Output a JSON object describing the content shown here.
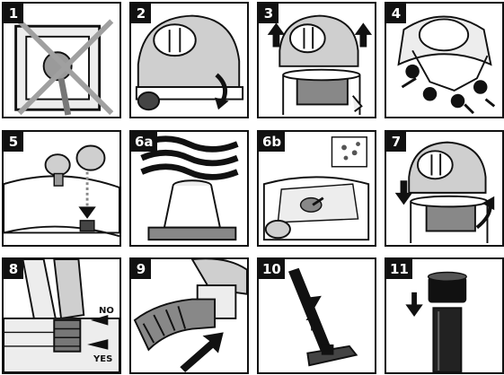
{
  "steps": [
    {
      "label": "1",
      "icon": "wall-outlet-crossed-icon"
    },
    {
      "label": "2",
      "icon": "vacuum-head-unlatch-icon"
    },
    {
      "label": "3",
      "icon": "vacuum-head-lift-icon"
    },
    {
      "label": "4",
      "icon": "filter-basket-removal-icon"
    },
    {
      "label": "5",
      "icon": "float-valve-cleaning-icon"
    },
    {
      "label": "6a",
      "icon": "cartridge-filter-wash-icon"
    },
    {
      "label": "6b",
      "icon": "dust-bag-insert-icon"
    },
    {
      "label": "7",
      "icon": "vacuum-head-lock-icon"
    },
    {
      "label": "8",
      "icon": "hose-coupling-icon"
    },
    {
      "label": "9",
      "icon": "hose-connect-icon"
    },
    {
      "label": "10",
      "icon": "floor-nozzle-attach-icon"
    },
    {
      "label": "11",
      "icon": "extension-tube-attach-icon"
    }
  ],
  "callouts": {
    "no": "NO",
    "yes": "YES"
  },
  "colors": {
    "ink": "#111111",
    "shade": "#cfcfcf",
    "light": "#ededed",
    "paper": "#ffffff",
    "cross": "#a0a0a0"
  }
}
